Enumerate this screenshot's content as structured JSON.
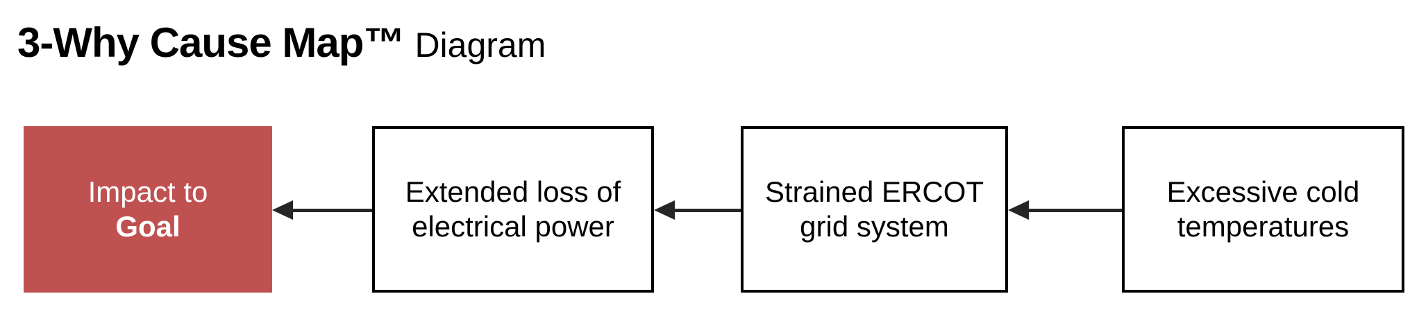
{
  "title": {
    "brand": "3-Why Cause Map",
    "trademark": "™",
    "suffix": "Diagram"
  },
  "colors": {
    "background": "#FFFFFF",
    "impact_fill": "#C05151",
    "impact_text": "#FFFFFF",
    "cause_fill": "#FFFFFF",
    "box_border": "#000000",
    "box_text": "#000000",
    "arrow": "#262626"
  },
  "diagram": {
    "type": "cause-map",
    "arrow_direction": "left",
    "boxes": [
      {
        "style": "impact",
        "lines": [
          "Impact to",
          "Goal"
        ]
      },
      {
        "style": "cause",
        "lines": [
          "Extended loss of",
          "electrical power"
        ]
      },
      {
        "style": "cause",
        "lines": [
          "Strained ERCOT",
          "grid system"
        ]
      },
      {
        "style": "cause",
        "lines": [
          "Excessive cold",
          "temperatures"
        ]
      }
    ]
  }
}
